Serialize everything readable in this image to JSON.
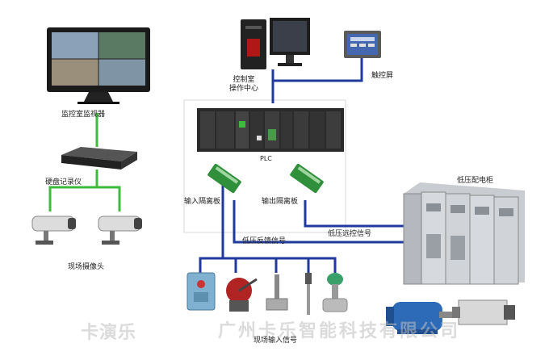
{
  "labels": {
    "monitor": "监控室监视器",
    "dvr": "硬盘记录仪",
    "camera": "现场摄像头",
    "control_room_1": "控制室",
    "control_room_2": "操作中心",
    "touch_screen": "触控屏",
    "plc": "PLC",
    "input_isolation": "输入隔离板",
    "output_isolation": "输出隔离板",
    "low_voltage_cabinet": "低压配电柜",
    "lv_remote_signal": "低压远控信号",
    "lv_feedback_signal": "低压反馈信号",
    "field_input_signal": "现场输入信号"
  },
  "watermark": {
    "brand": "卡演乐",
    "company": "广州卡乐智能科技有限公司"
  },
  "colors": {
    "green_link": "#3dbb3d",
    "blue_link": "#1f3a9c",
    "frame": "#d8d8d8"
  }
}
